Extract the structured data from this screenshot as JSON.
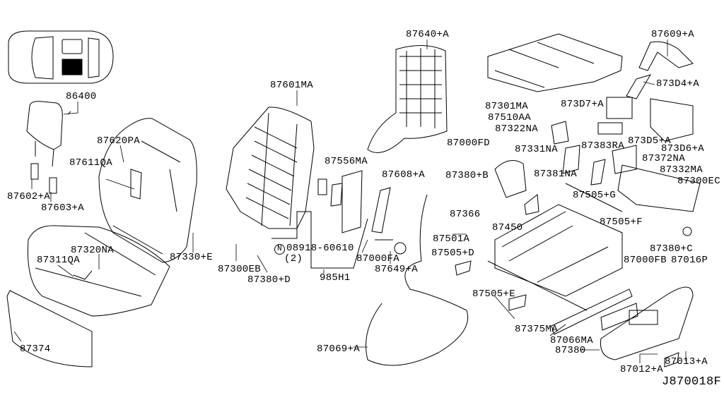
{
  "diagram": {
    "code": "J870018F",
    "labels": {
      "p87640A": "87640+A",
      "p87609A": "87609+A",
      "p86400": "86400",
      "p87601MA": "87601MA",
      "p873D4A": "873D4+A",
      "p87301MA": "87301MA",
      "p873D7A": "873D7+A",
      "p87510AA": "87510AA",
      "p87322NA": "87322NA",
      "p87620PA": "87620PA",
      "p873D5A": "873D5+A",
      "p87000FD": "87000FD",
      "p87331NA": "87331NA",
      "p87383RA": "87383RA",
      "p873D6A": "873D6+A",
      "p87611QA": "87611QA",
      "p87556MA": "87556MA",
      "p87372NA": "87372NA",
      "p87332MA": "87332MA",
      "p87608A": "87608+A",
      "p87380B": "87380+B",
      "p87381NA": "87381NA",
      "p87300EC": "87300EC",
      "p87602A": "87602+A",
      "p87505G": "87505+G",
      "p87603A": "87603+A",
      "p87366": "87366",
      "p87505F": "87505+F",
      "p87450": "87450",
      "p87330E": "87330+E",
      "p87320NA": "87320NA",
      "p87501A": "87501A",
      "p08918": "08918-60610",
      "p08918_qty": "(2)",
      "p08918_prefix": "N",
      "p87000FA": "87000FA",
      "p87380C": "87380+C",
      "p87311QA": "87311QA",
      "p87505D": "87505+D",
      "p87300EB": "87300EB",
      "p87000FB": "87000FB",
      "p87016P": "87016P",
      "p87649A": "87649+A",
      "p87380D": "87380+D",
      "p985H1": "985H1",
      "p87505E": "87505+E",
      "p87375MA": "87375MA",
      "p87066MA": "87066MA",
      "p87069A": "87069+A",
      "p87380": "87380",
      "p87374": "87374",
      "p87013A": "87013+A",
      "p87012A": "87012+A"
    }
  }
}
